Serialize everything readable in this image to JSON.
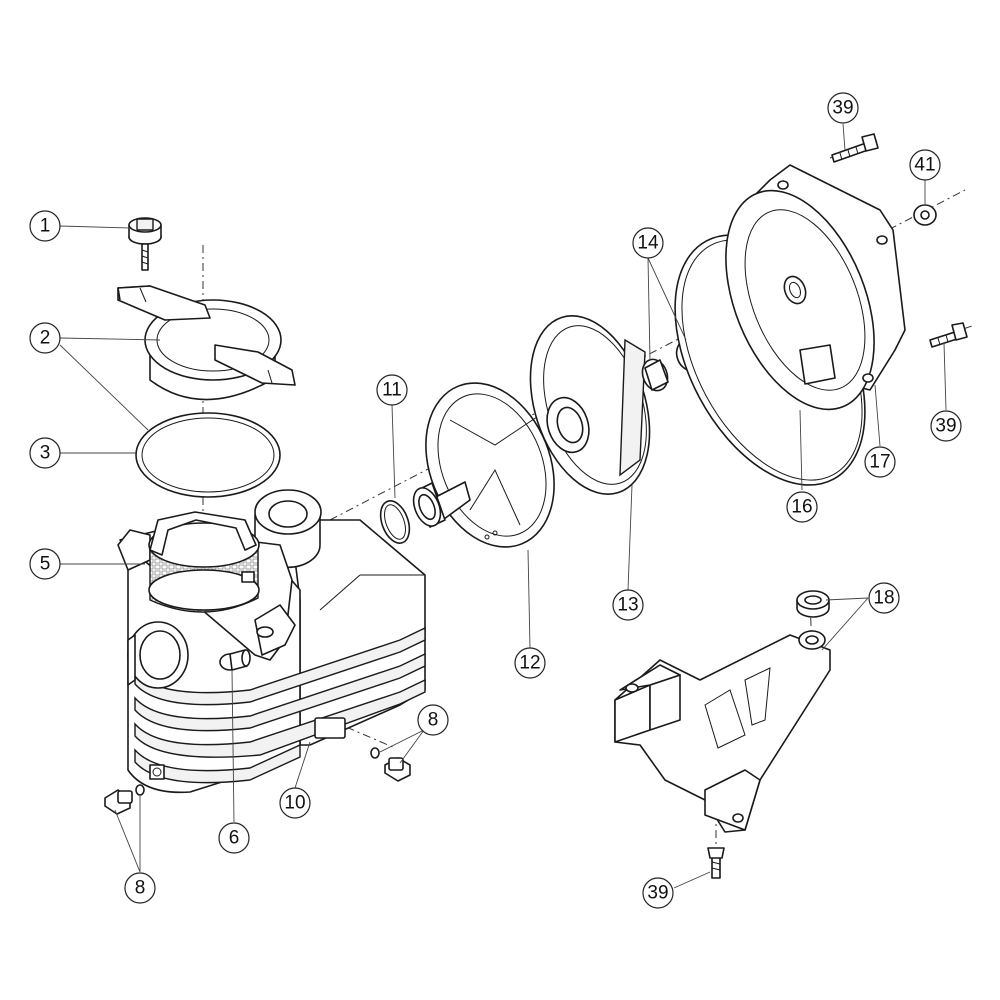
{
  "callouts": [
    {
      "id": "c1",
      "label": "1"
    },
    {
      "id": "c2",
      "label": "2"
    },
    {
      "id": "c3",
      "label": "3"
    },
    {
      "id": "c5",
      "label": "5"
    },
    {
      "id": "c6",
      "label": "6"
    },
    {
      "id": "c8a",
      "label": "8"
    },
    {
      "id": "c8b",
      "label": "8"
    },
    {
      "id": "c10",
      "label": "10"
    },
    {
      "id": "c11",
      "label": "11"
    },
    {
      "id": "c12",
      "label": "12"
    },
    {
      "id": "c13",
      "label": "13"
    },
    {
      "id": "c14",
      "label": "14"
    },
    {
      "id": "c16",
      "label": "16"
    },
    {
      "id": "c17",
      "label": "17"
    },
    {
      "id": "c18",
      "label": "18"
    },
    {
      "id": "c39a",
      "label": "39"
    },
    {
      "id": "c39b",
      "label": "39"
    },
    {
      "id": "c39c",
      "label": "39"
    },
    {
      "id": "c41",
      "label": "41"
    }
  ]
}
